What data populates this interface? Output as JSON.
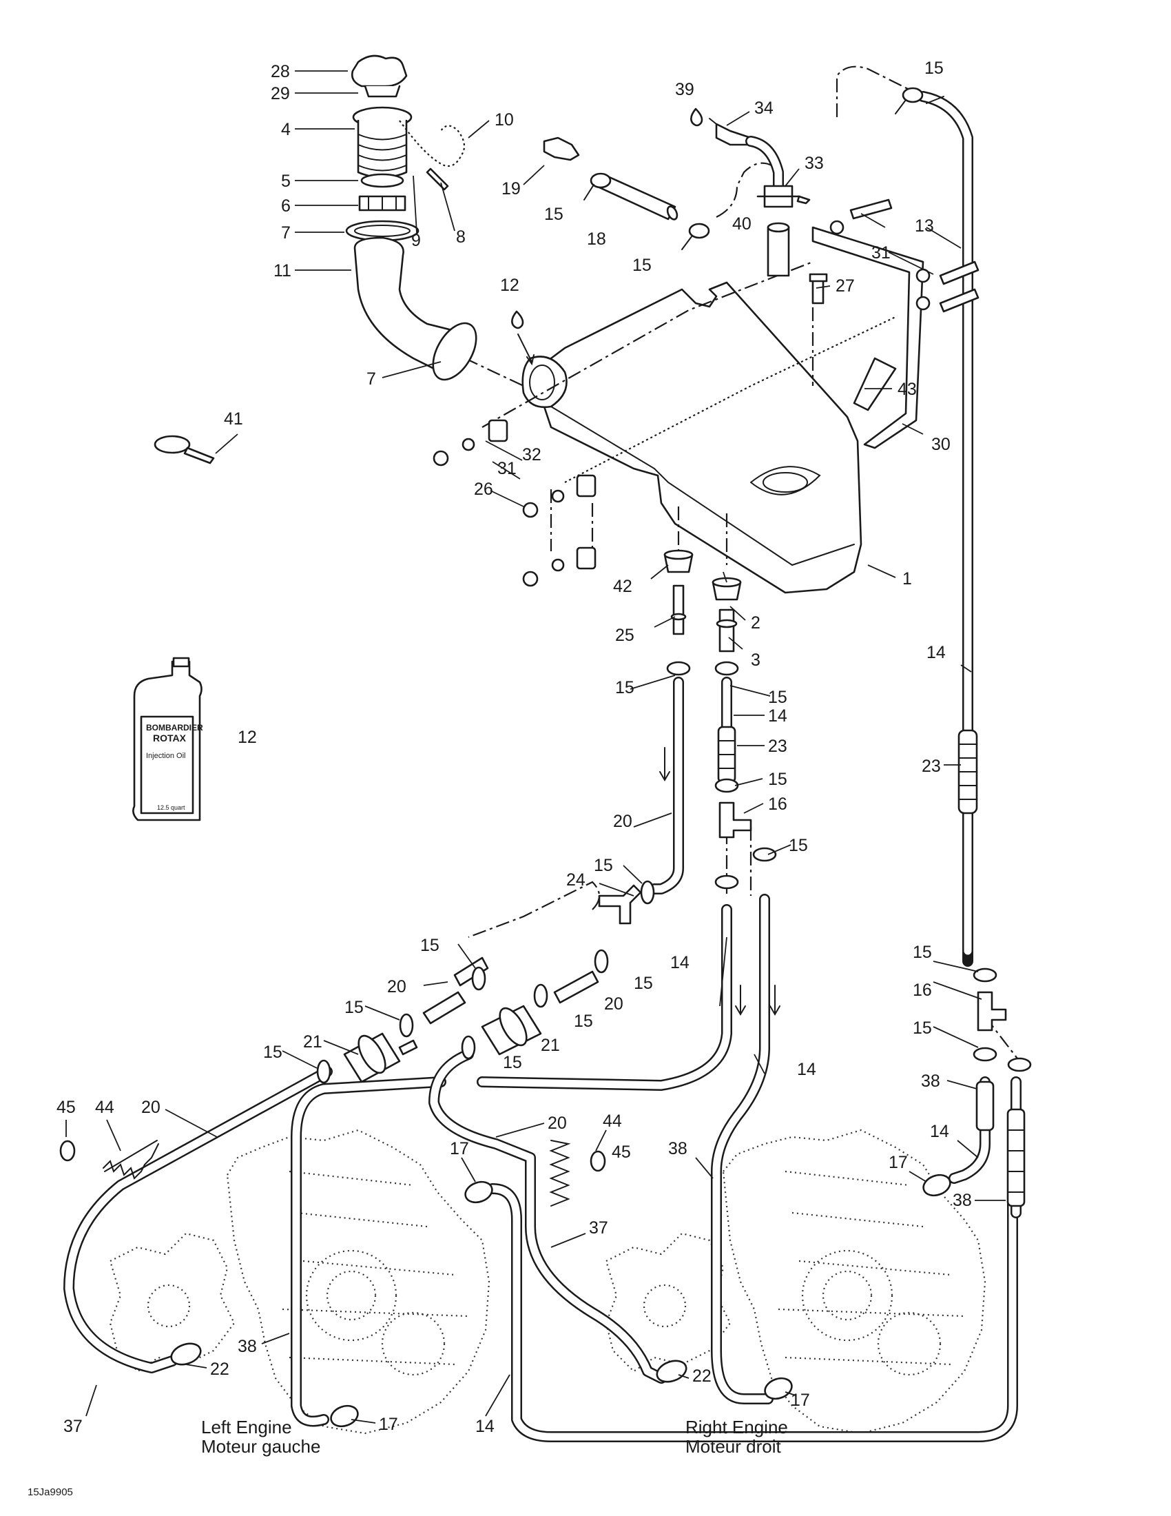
{
  "diagram": {
    "drawing_code": "15Ja9905",
    "engine_captions": {
      "left": {
        "en": "Left Engine",
        "fr": "Moteur gauche"
      },
      "right": {
        "en": "Right Engine",
        "fr": "Moteur droit"
      }
    },
    "oil_bottle": {
      "brand": "BOMBARDIER",
      "line": "ROTAX",
      "subtitle": "Injection Oil",
      "volume": "12.5 quart"
    },
    "callouts": [
      "28",
      "29",
      "4",
      "10",
      "5",
      "6",
      "7",
      "11",
      "9",
      "8",
      "12",
      "7",
      "41",
      "39",
      "34",
      "19",
      "15",
      "33",
      "15",
      "18",
      "15",
      "40",
      "13",
      "31",
      "27",
      "43",
      "30",
      "32",
      "31",
      "26",
      "1",
      "42",
      "2",
      "25",
      "3",
      "15",
      "15",
      "14",
      "23",
      "12",
      "20",
      "15",
      "16",
      "15",
      "24",
      "15",
      "15",
      "20",
      "15",
      "21",
      "15",
      "20",
      "15",
      "15",
      "21",
      "15",
      "14",
      "14",
      "14",
      "23",
      "15",
      "16",
      "15",
      "38",
      "14",
      "17",
      "38",
      "45",
      "44",
      "20",
      "20",
      "44",
      "45",
      "17",
      "37",
      "38",
      "38",
      "22",
      "17",
      "37",
      "14",
      "22",
      "17"
    ]
  }
}
